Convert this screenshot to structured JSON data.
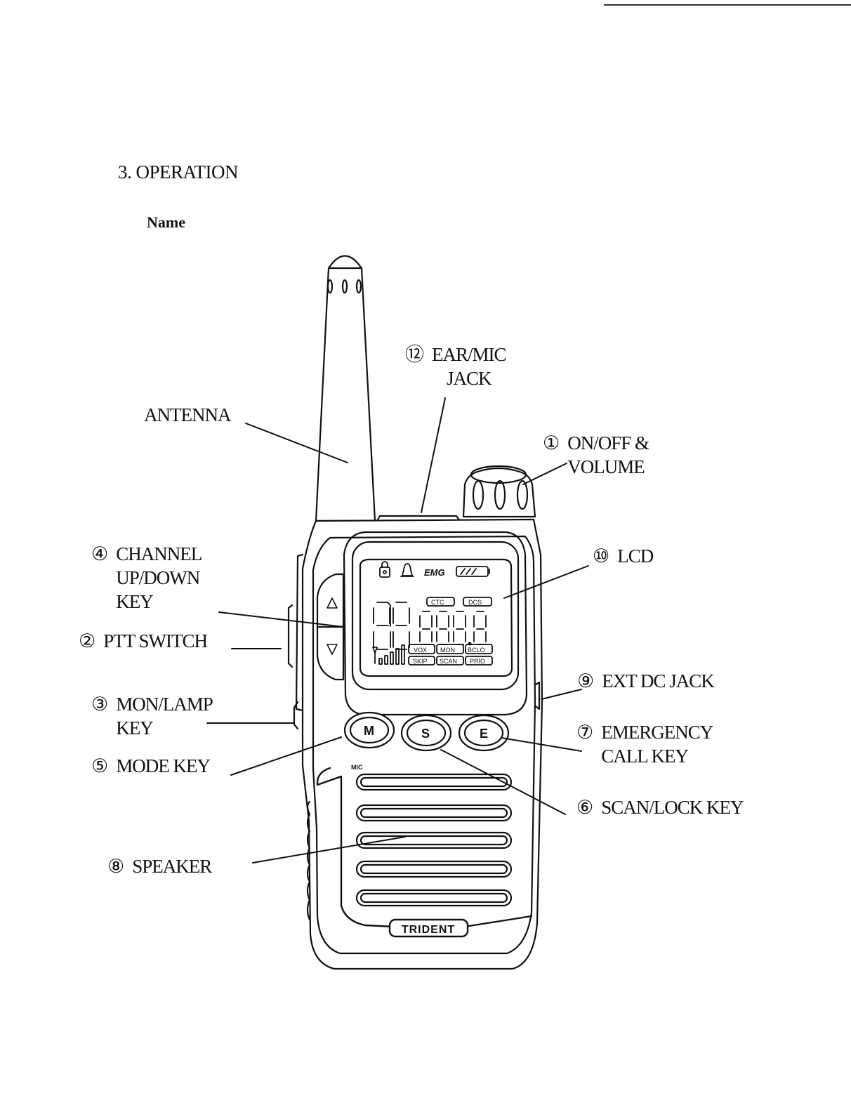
{
  "section_title": "3. OPERATION",
  "subtitle": "Name",
  "labels": {
    "antenna": {
      "text": "ANTENNA"
    },
    "ear_mic_jack": {
      "num": "⑫",
      "text": "EAR/MIC\nJACK"
    },
    "on_off_volume": {
      "num": "①",
      "text": "ON/OFF &\nVOLUME"
    },
    "lcd": {
      "num": "⑩",
      "text": "LCD"
    },
    "channel_key": {
      "num": "④",
      "text": "CHANNEL\nUP/DOWN\nKEY"
    },
    "ptt_switch": {
      "num": "②",
      "text": "PTT SWITCH"
    },
    "ext_dc_jack": {
      "num": "⑨",
      "text": "EXT DC JACK"
    },
    "mon_lamp_key": {
      "num": "③",
      "text": "MON/LAMP\nKEY"
    },
    "emergency_call_key": {
      "num": "⑦",
      "text": "EMERGENCY\nCALL KEY"
    },
    "mode_key": {
      "num": "⑤",
      "text": "MODE KEY"
    },
    "scan_lock_key": {
      "num": "⑥",
      "text": "SCAN/LOCK KEY"
    },
    "speaker": {
      "num": "⑧",
      "text": "SPEAKER"
    }
  },
  "device": {
    "brand": "TRIDENT",
    "mic_label": "MIC",
    "buttons": {
      "mode": "M",
      "scan": "S",
      "emergency": "E"
    },
    "lcd_icons": {
      "emg": "EMG",
      "ctc": "CTC",
      "dcs": "DCS",
      "vox": "VOX",
      "mon": "MON",
      "bclo": "BCLO",
      "skip": "SKIP",
      "scan": "SCAN",
      "prio": "PRIO"
    },
    "icons": [
      "lock-icon",
      "bell-icon",
      "battery-icon",
      "signal-icon",
      "up-triangle-icon",
      "down-triangle-icon"
    ]
  }
}
